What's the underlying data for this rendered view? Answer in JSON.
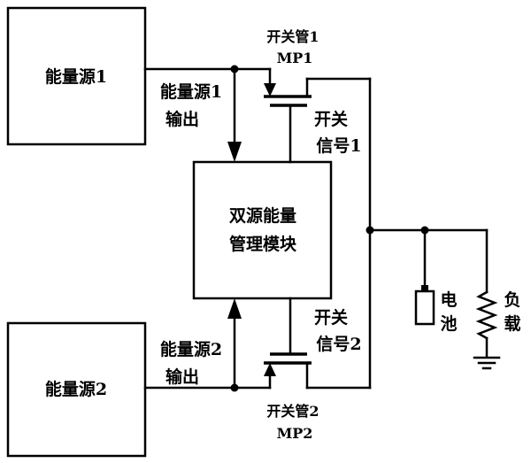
{
  "blocks": {
    "source1": "能量源1",
    "source2": "能量源2",
    "module_line1": "双源能量",
    "module_line2": "管理模块"
  },
  "labels": {
    "source1_out_line1": "能量源1",
    "source1_out_line2": "输出",
    "source2_out_line1": "能量源2",
    "source2_out_line2": "输出",
    "switch_signal1_line1": "开关",
    "switch_signal1_line2": "信号1",
    "switch_signal2_line1": "开关",
    "switch_signal2_line2": "信号2",
    "mp1_line1": "开关管1",
    "mp1_line2": "MP1",
    "mp2_line1": "开关管2",
    "mp2_line2": "MP2",
    "battery_line1": "电",
    "battery_line2": "池",
    "load_line1": "负",
    "load_line2": "载"
  }
}
